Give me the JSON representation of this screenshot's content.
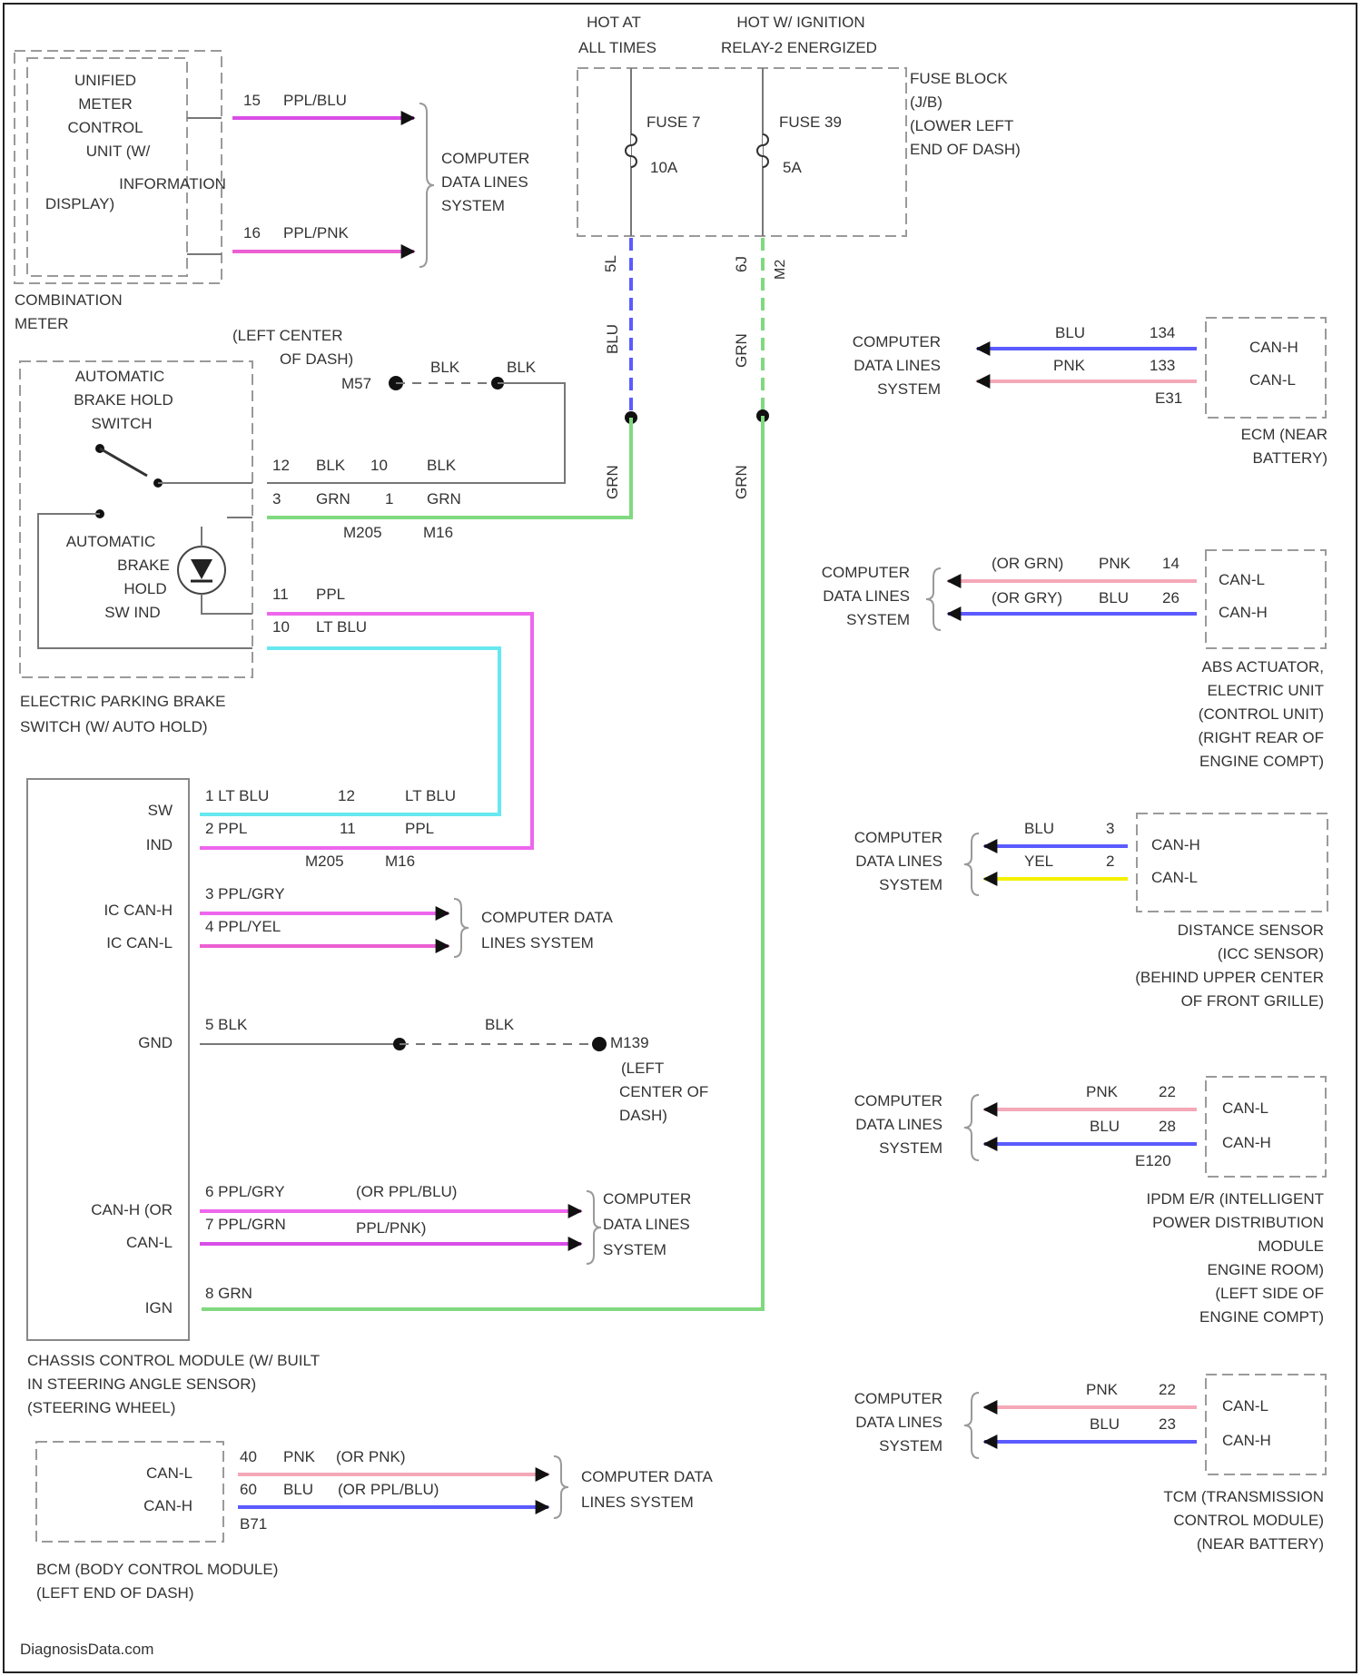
{
  "colors": {
    "blu": "#5b5bff",
    "pnk": "#f4a8b8",
    "ppl_blu": "#d94ee6",
    "ppl_pnk": "#ec5fd3",
    "ppl": "#ee66ee",
    "lt_blu": "#66e8f0",
    "grn": "#80d980",
    "yel": "#f4f000",
    "blk": "#777777",
    "frame": "#222222"
  },
  "fuse_block": {
    "hot_at": "HOT AT",
    "all_times": "ALL TIMES",
    "hot_ign": "HOT W/ IGNITION",
    "relay": "RELAY-2 ENERGIZED",
    "fuse7_name": "FUSE 7",
    "fuse7_amp": "10A",
    "fuse39_name": "FUSE 39",
    "fuse39_amp": "5A",
    "label": [
      "FUSE BLOCK",
      "(J/B)",
      "(LOWER LEFT",
      "END OF DASH)"
    ],
    "pin_left": "5L",
    "pin_right": "6J",
    "suffix": "M2"
  },
  "meter": {
    "box_label": [
      "UNIFIED",
      "METER",
      "CONTROL",
      "UNIT (W/",
      "INFORMATION",
      "DISPLAY)"
    ],
    "label": [
      "COMBINATION",
      "METER"
    ],
    "w1_pin": "15",
    "w1_color": "PPL/BLU",
    "w2_pin": "16",
    "w2_color": "PPL/PNK",
    "dest": [
      "COMPUTER",
      "DATA LINES",
      "SYSTEM"
    ]
  },
  "ground_top": {
    "label": [
      "(LEFT CENTER",
      "OF DASH)"
    ],
    "id": "M57",
    "c1": "BLK",
    "c2": "BLK"
  },
  "switch": {
    "hold_switch": [
      "AUTOMATIC",
      "BRAKE HOLD",
      "SWITCH"
    ],
    "ind": [
      "AUTOMATIC",
      "BRAKE",
      "HOLD",
      "SW IND"
    ],
    "label": [
      "ELECTRIC PARKING BRAKE",
      "SWITCH (W/ AUTO HOLD)"
    ],
    "p12": "12",
    "p12c": "BLK",
    "p10": "10",
    "p10c": "BLK",
    "p3": "3",
    "p3c": "GRN",
    "p1": "1",
    "p1c": "GRN",
    "conn1": "M205",
    "conn2": "M16",
    "p11": "11",
    "p11c": "PPL",
    "p10b": "10",
    "p10bc": "LT BLU"
  },
  "wire_labels": {
    "blu": "BLU",
    "grn_a": "GRN",
    "grn_b": "GRN",
    "grn_c": "GRN",
    "grn_d": "GRN"
  },
  "ccm": {
    "pins": [
      "SW",
      "IND",
      "IC CAN-H",
      "IC CAN-L",
      "GND",
      "CAN-H (OR",
      "CAN-L",
      "IGN"
    ],
    "r1": "1 LT BLU",
    "r1_far_pin": "12",
    "r1_far": "LT BLU",
    "r2": "2 PPL",
    "r2_far_pin": "11",
    "r2_far": "PPL",
    "conn1": "M205",
    "conn2": "M16",
    "r3": "3 PPL/GRY",
    "r4": "4 PPL/YEL",
    "dest34": [
      "COMPUTER DATA",
      "LINES SYSTEM"
    ],
    "r5": "5 BLK",
    "r5_far": "BLK",
    "gnd_id": "M139",
    "gnd_label": [
      "(LEFT",
      "CENTER OF",
      "DASH)"
    ],
    "r6": "6 PPL/GRY",
    "r6_alt": "(OR PPL/BLU)",
    "r7": "7 PPL/GRN",
    "r7_alt": "PPL/PNK)",
    "dest67": [
      "COMPUTER",
      "DATA LINES",
      "SYSTEM"
    ],
    "r8": "8 GRN",
    "label": [
      "CHASSIS CONTROL MODULE (W/ BUILT",
      "IN STEERING ANGLE SENSOR)",
      "(STEERING WHEEL)"
    ]
  },
  "bcm": {
    "pins": [
      "CAN-L",
      "CAN-H"
    ],
    "r1_pin": "40",
    "r1_color": "PNK",
    "r1_alt": "(OR PNK)",
    "r2_pin": "60",
    "r2_color": "BLU",
    "r2_alt": "(OR PPL/BLU)",
    "conn": "B71",
    "dest": [
      "COMPUTER DATA",
      "LINES SYSTEM"
    ],
    "label": [
      "BCM (BODY CONTROL MODULE)",
      "(LEFT END OF DASH)"
    ]
  },
  "ecm": {
    "dest": [
      "COMPUTER",
      "DATA LINES",
      "SYSTEM"
    ],
    "r1_color": "BLU",
    "r1_pin": "134",
    "r2_color": "PNK",
    "r2_pin": "133",
    "conn": "E31",
    "pins": [
      "CAN-H",
      "CAN-L"
    ],
    "label": [
      "ECM (NEAR",
      "BATTERY)"
    ]
  },
  "abs": {
    "dest": [
      "COMPUTER",
      "DATA LINES",
      "SYSTEM"
    ],
    "r1_alt": "(OR GRN)",
    "r1_color": "PNK",
    "r1_pin": "14",
    "r2_alt": "(OR GRY)",
    "r2_color": "BLU",
    "r2_pin": "26",
    "pins": [
      "CAN-L",
      "CAN-H"
    ],
    "label": [
      "ABS ACTUATOR,",
      "ELECTRIC UNIT",
      "(CONTROL UNIT)",
      "(RIGHT REAR OF",
      "ENGINE COMPT)"
    ]
  },
  "distance": {
    "dest": [
      "COMPUTER",
      "DATA LINES",
      "SYSTEM"
    ],
    "r1_color": "BLU",
    "r1_pin": "3",
    "r2_color": "YEL",
    "r2_pin": "2",
    "pins": [
      "CAN-H",
      "CAN-L"
    ],
    "label": [
      "DISTANCE SENSOR",
      "(ICC SENSOR)",
      "(BEHIND UPPER CENTER",
      "OF FRONT GRILLE)"
    ]
  },
  "ipdm": {
    "dest": [
      "COMPUTER",
      "DATA LINES",
      "SYSTEM"
    ],
    "r1_color": "PNK",
    "r1_pin": "22",
    "r2_color": "BLU",
    "r2_pin": "28",
    "conn": "E120",
    "pins": [
      "CAN-L",
      "CAN-H"
    ],
    "label": [
      "IPDM E/R (INTELLIGENT",
      "POWER DISTRIBUTION",
      "MODULE",
      "ENGINE ROOM)",
      "(LEFT SIDE OF",
      "ENGINE COMPT)"
    ]
  },
  "tcm": {
    "dest": [
      "COMPUTER",
      "DATA LINES",
      "SYSTEM"
    ],
    "r1_color": "PNK",
    "r1_pin": "22",
    "r2_color": "BLU",
    "r2_pin": "23",
    "pins": [
      "CAN-L",
      "CAN-H"
    ],
    "label": [
      "TCM (TRANSMISSION",
      "CONTROL MODULE)",
      "(NEAR BATTERY)"
    ]
  },
  "footer": "DiagnosisData.com"
}
